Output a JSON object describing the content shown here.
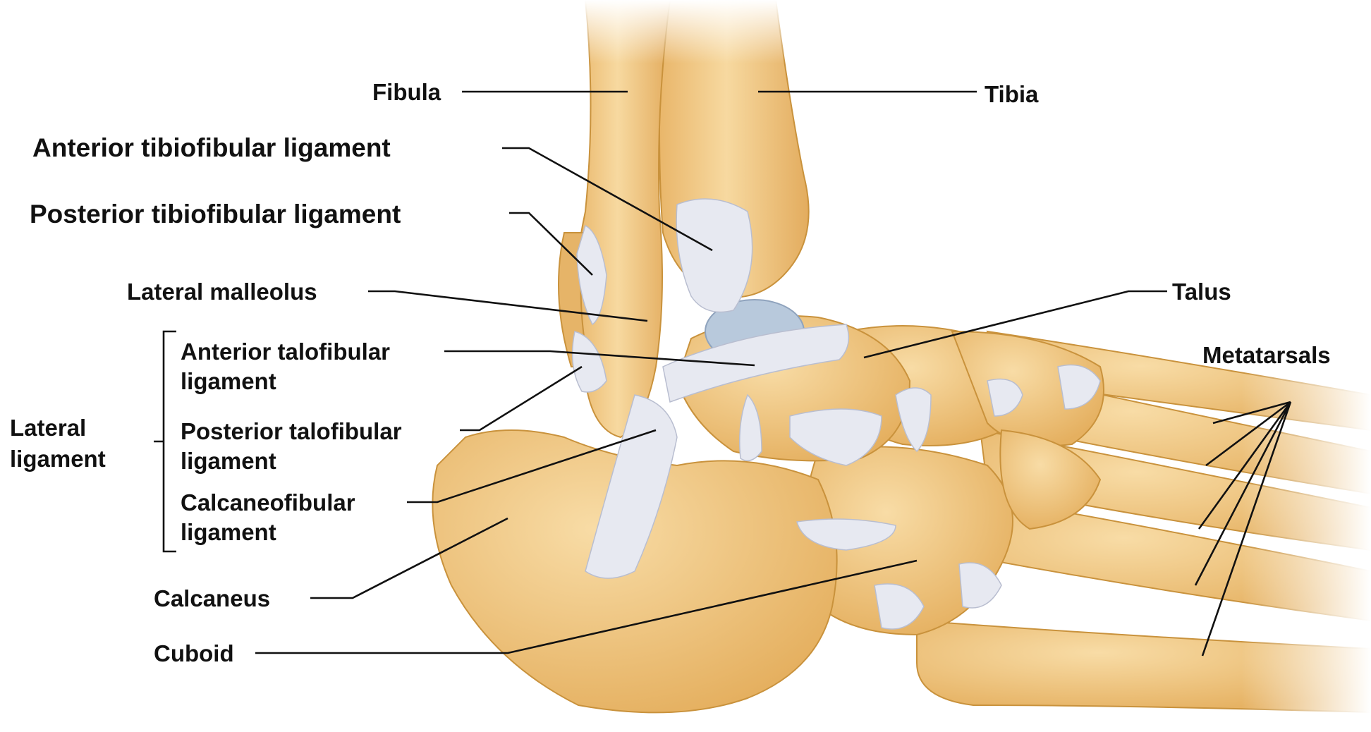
{
  "figure": {
    "labels": {
      "fibula": "Fibula",
      "tibia": "Tibia",
      "anterior_tibiofibular": "Anterior tibiofibular ligament",
      "posterior_tibiofibular": "Posterior tibiofibular ligament",
      "lateral_malleolus": "Lateral malleolus",
      "talus": "Talus",
      "metatarsals": "Metatarsals",
      "lateral_ligament_line1": "Lateral",
      "lateral_ligament_line2": "ligament",
      "anterior_talofibular_line1": "Anterior talofibular",
      "anterior_talofibular_line2": "ligament",
      "posterior_talofibular_line1": "Posterior talofibular",
      "posterior_talofibular_line2": "ligament",
      "calcaneofibular_line1": "Calcaneofibular",
      "calcaneofibular_line2": "ligament",
      "calcaneus": "Calcaneus",
      "cuboid": "Cuboid"
    },
    "colors": {
      "bone": "#f0c985",
      "bone_light": "#f8deaa",
      "bone_shadow": "#d9a456",
      "ligament": "#e7e9f1",
      "ligament_shade": "#b9bed0",
      "cartilage": "#b8c9dc",
      "leader": "#111111"
    }
  }
}
